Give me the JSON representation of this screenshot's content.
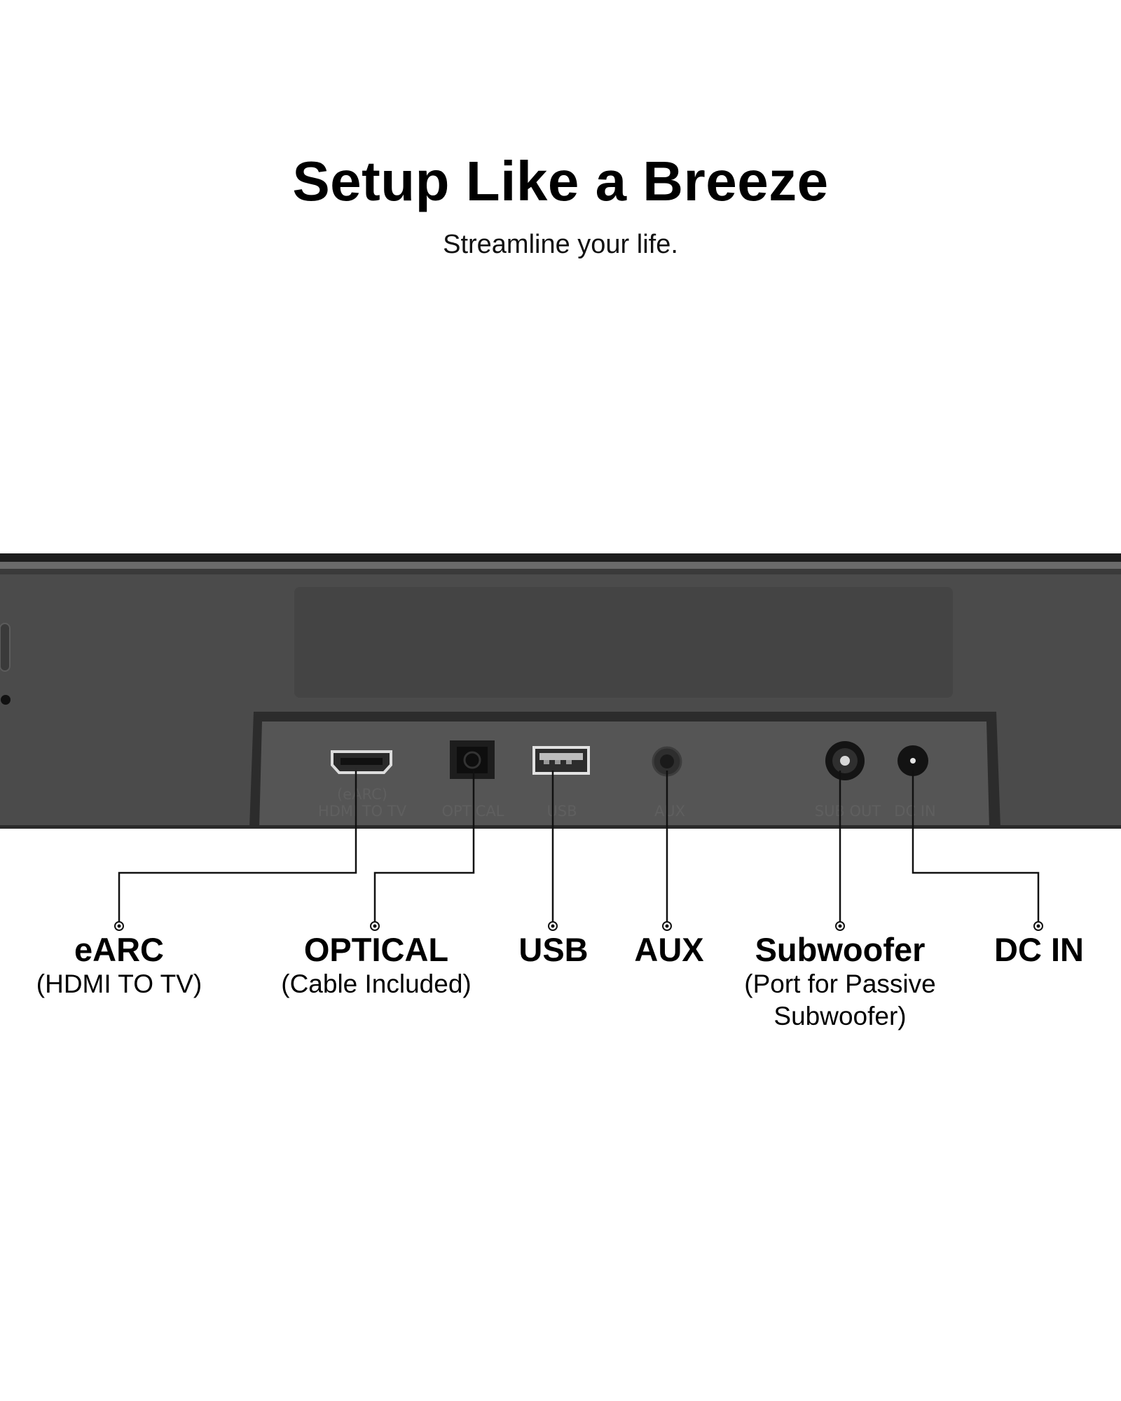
{
  "header": {
    "title": "Setup Like a Breeze",
    "subtitle": "Streamline your life."
  },
  "panel_port_labels": {
    "earc_line1": "(eARC)",
    "earc_line2": "HDMI TO TV",
    "optical": "OPTICAL",
    "usb": "USB",
    "aux": "AUX",
    "sub_out": "SUB OUT",
    "dc_in": "DC IN"
  },
  "callouts": [
    {
      "name": "eARC",
      "note": "(HDMI TO TV)"
    },
    {
      "name": "OPTICAL",
      "note": "(Cable Included)"
    },
    {
      "name": "USB",
      "note": ""
    },
    {
      "name": "AUX",
      "note": ""
    },
    {
      "name": "Subwoofer",
      "note": "(Port for Passive Subwoofer)"
    },
    {
      "name": "DC IN",
      "note": ""
    }
  ],
  "colors": {
    "soundbar_body": "#4a4a4a",
    "port_panel": "#555555",
    "leader_lines": "#111111"
  }
}
